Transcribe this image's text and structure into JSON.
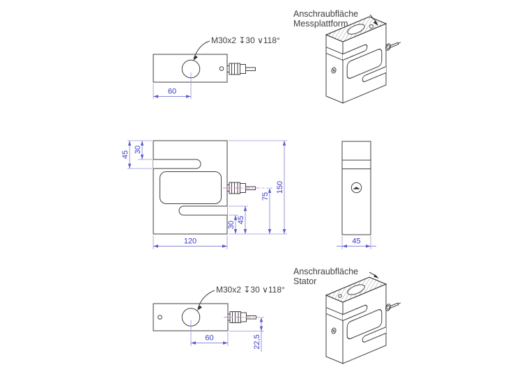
{
  "drawing": {
    "kind": "technical-drawing",
    "subject": "S-type load cell (S-Wägezelle) dimensional drawing",
    "annotations": {
      "thread_note": "M30x2 ↧30 ∨118°",
      "mount_label_top_line1": "Anschraubfläche",
      "mount_label_top_line2": "Messplattform",
      "mount_label_bottom_line1": "Anschraubfläche",
      "mount_label_bottom_line2": "Stator"
    },
    "dimensions": {
      "top_view_hole_offset": "60",
      "front_slot_top_depth": "30",
      "front_slot_top_bottom": "45",
      "front_height": "150",
      "front_cable_height": "75",
      "front_slot_bottom_top": "45",
      "front_slot_bottom_depth": "30",
      "front_width": "120",
      "side_depth": "45",
      "bottom_view_hole_offset": "60",
      "bottom_cable_offset": "22,5"
    },
    "colors": {
      "line": "#3f3f3f",
      "dimension_line": "#8b8bd6",
      "dimension_text": "#3939c8",
      "centerline": "#df7fd0",
      "background": "#ffffff"
    }
  }
}
